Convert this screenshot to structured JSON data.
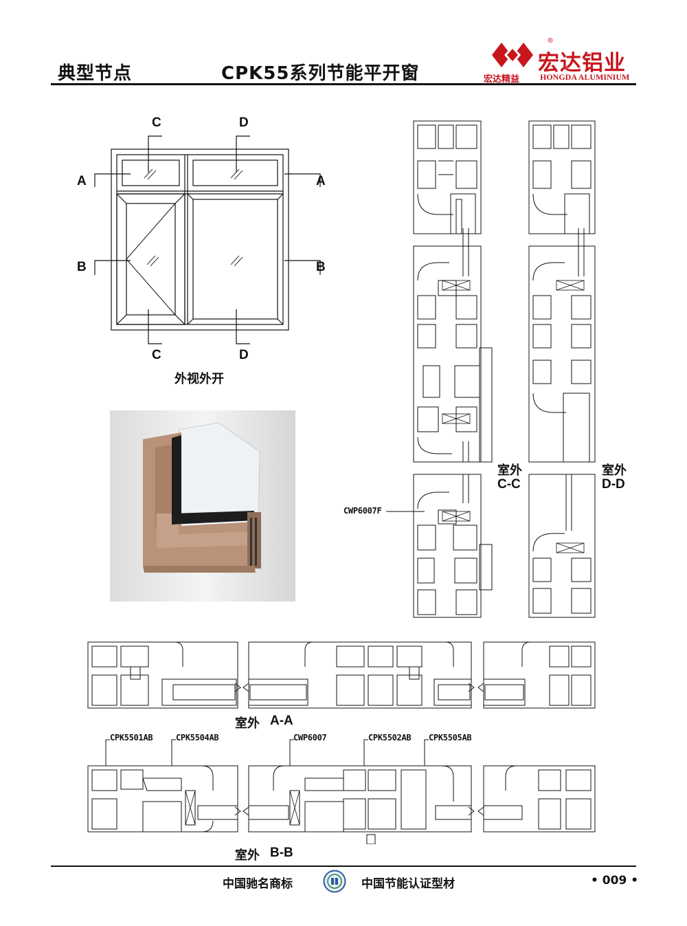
{
  "header": {
    "category": "典型节点",
    "series_title": "CPK55系列节能平开窗",
    "brand_name": "宏达铝业",
    "brand_sub_cn": "宏达精益",
    "brand_sub_en": "HONGDA ALUMINIUM",
    "registered_mark": "®"
  },
  "elevation": {
    "caption": "外视外开",
    "section_labels": {
      "a_left": "A",
      "a_right": "A",
      "b_left": "B",
      "b_right": "B",
      "c_top": "C",
      "c_bottom": "C",
      "d_top": "D",
      "d_bottom": "D"
    }
  },
  "sections": {
    "cc": {
      "side": "室外",
      "name": "C-C",
      "part": "CWP6007F"
    },
    "dd": {
      "side": "室外",
      "name": "D-D"
    },
    "aa": {
      "side": "室外",
      "name": "A-A"
    },
    "bb": {
      "side": "室外",
      "name": "B-B",
      "parts": [
        "CPK5501AB",
        "CPK5504AB",
        "CWP6007",
        "CPK5502AB",
        "CPK5505AB"
      ]
    }
  },
  "footer": {
    "left": "中国驰名商标",
    "right": "中国节能认证型材",
    "page": "• 009 •"
  },
  "colors": {
    "brand": "#c8161d",
    "frame": "#b99279"
  }
}
